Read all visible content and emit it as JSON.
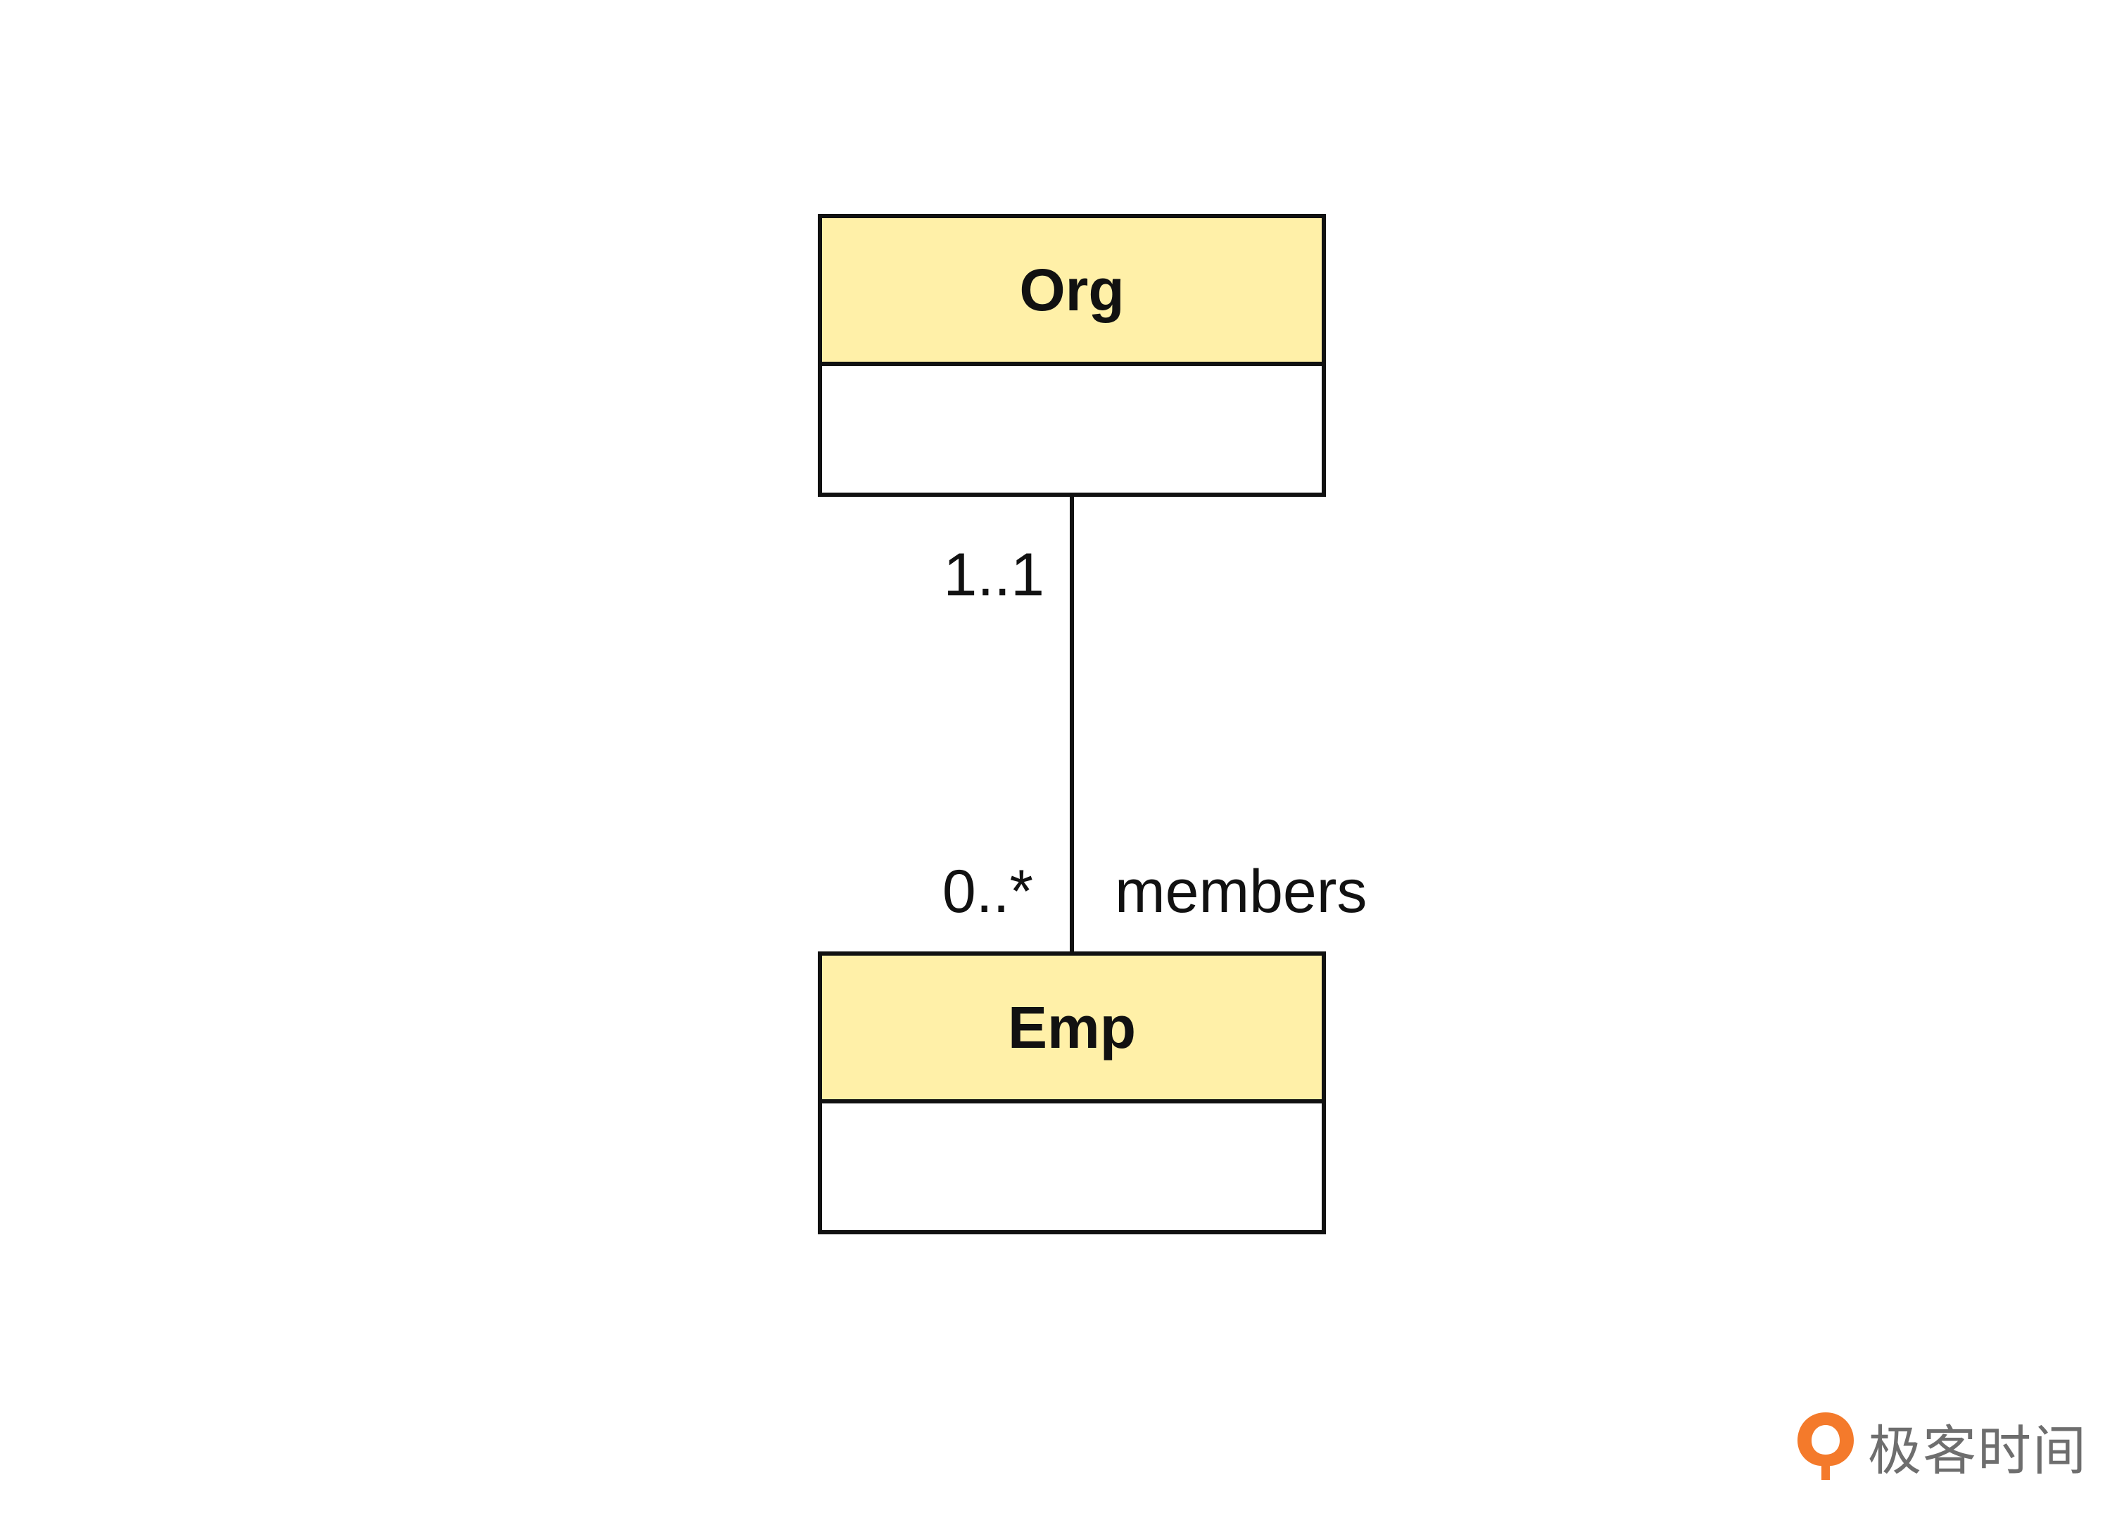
{
  "classes": {
    "org": {
      "name": "Org"
    },
    "emp": {
      "name": "Emp"
    }
  },
  "association": {
    "org_end_multiplicity": "1..1",
    "emp_end_multiplicity": "0..*",
    "emp_end_role": "members"
  },
  "watermark": {
    "text": "极客时间",
    "icon": "geektime-logo-icon"
  },
  "colors": {
    "class_header_fill": "#fff0a8",
    "stroke": "#111111",
    "watermark_orange": "#f47a2b",
    "watermark_text": "#6e6e6e"
  }
}
